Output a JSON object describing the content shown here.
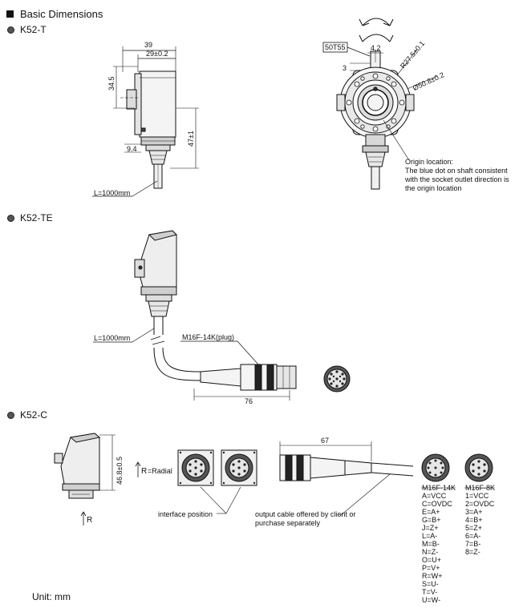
{
  "section_title": "Basic Dimensions",
  "models": {
    "t": "K52-T",
    "te": "K52-TE",
    "c": "K52-C"
  },
  "k52t": {
    "dim_39": "39",
    "dim_29": "29±0.2",
    "dim_345": "34.5",
    "dim_94": "9.4",
    "dim_47": "47±1",
    "cable": "L=1000mm",
    "box_label": "50T55",
    "dim_42": "4.2",
    "dim_3": "3",
    "dim_r275": "R27.5±0.1",
    "dim_d508": "Ø50.8±0.2",
    "origin_title": "Origin location:",
    "origin_line1": "The blue dot on shaft consistent",
    "origin_line2": "with the socket outlet direction is",
    "origin_line3": "the origin location"
  },
  "k52te": {
    "cable": "L=1000mm",
    "plug": "M16F-14K(plug)",
    "dim_76": "76"
  },
  "k52c": {
    "dim_468": "46.8±0.5",
    "radial": "=Radial",
    "r_top": "R",
    "r_bottom": "R",
    "interface": "interface position",
    "dim_67": "67",
    "cable_note1": "output cable offered by client or",
    "cable_note2": "purchase separately"
  },
  "pinouts": {
    "m16f_14k": {
      "title": "M16F-14K",
      "pins": [
        "A=VCC",
        "C=OVDC",
        "E=A+",
        "G=B+",
        "J=Z+",
        "L=A-",
        "M=B-",
        "N=Z-",
        "O=U+",
        "P=V+",
        "R=W+",
        "S=U-",
        "T=V-",
        "U=W-"
      ]
    },
    "m16f_8k": {
      "title": "M16F-8K",
      "pins": [
        "1=VCC",
        "2=OVDC",
        "3=A+",
        "4=B+",
        "5=Z+",
        "6=A-",
        "7=B-",
        "8=Z-"
      ]
    }
  },
  "unit": "Unit: mm"
}
